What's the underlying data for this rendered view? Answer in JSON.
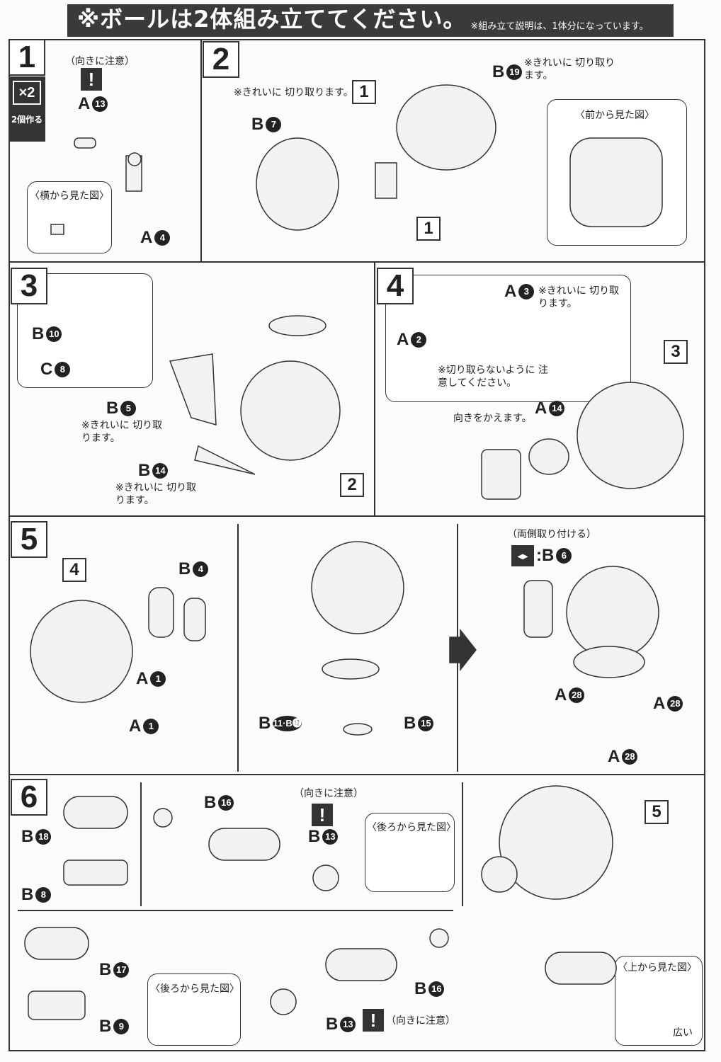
{
  "header": {
    "title": "※ボールは2体組み立ててください。",
    "subtitle": "※組み立て説明は、1体分になっています。"
  },
  "step1": {
    "number": "1",
    "multiplier": "×2",
    "make_note": "2個作る",
    "orientation": "（向きに注意）",
    "side_view": "〈横から見た図〉",
    "parts": [
      {
        "letter": "A",
        "num": "13"
      },
      {
        "letter": "A",
        "num": "4"
      }
    ]
  },
  "step2": {
    "number": "2",
    "note_b7": "※きれいに 切り取ります。",
    "note_b19": "※きれいに 切り取ります。",
    "front_view": "〈前から見た図〉",
    "ref1": "1",
    "ref2": "1",
    "parts": [
      {
        "letter": "B",
        "num": "7"
      },
      {
        "letter": "B",
        "num": "19"
      }
    ]
  },
  "step3": {
    "number": "3",
    "note_b5": "※きれいに 切り取ります。",
    "note_b14": "※きれいに 切り取ります。",
    "ref": "2",
    "parts": [
      {
        "letter": "B",
        "num": "10"
      },
      {
        "letter": "C",
        "num": "8"
      },
      {
        "letter": "B",
        "num": "5"
      },
      {
        "letter": "B",
        "num": "14"
      }
    ]
  },
  "step4": {
    "number": "4",
    "note_a3": "※きれいに 切り取ります。",
    "note_caution": "※切り取らないように 注意してください。",
    "turn": "向きをかえます。",
    "ref": "3",
    "parts": [
      {
        "letter": "A",
        "num": "3"
      },
      {
        "letter": "A",
        "num": "2"
      },
      {
        "letter": "A",
        "num": "14"
      }
    ]
  },
  "step5": {
    "number": "5",
    "ref": "4",
    "both_sides": "（両側取り付ける）",
    "b6": ":B",
    "parts": [
      {
        "letter": "B",
        "num": "4"
      },
      {
        "letter": "A",
        "num": "1"
      },
      {
        "letter": "A",
        "num": "1"
      },
      {
        "letter": "B",
        "num": "11·B⓬"
      },
      {
        "letter": "B",
        "num": "15"
      },
      {
        "letter": "B",
        "num": "6"
      },
      {
        "letter": "A",
        "num": "28"
      },
      {
        "letter": "A",
        "num": "28"
      },
      {
        "letter": "A",
        "num": "28"
      }
    ]
  },
  "step6": {
    "number": "6",
    "orientation1": "（向きに注意）",
    "rear_view1": "〈後ろから見た図〉",
    "rear_view2": "〈後ろから見た図〉",
    "orientation2": "（向きに注意）",
    "top_view": "〈上から見た図〉",
    "wide": "広い",
    "ref": "5",
    "warn": "!",
    "parts": [
      {
        "letter": "B",
        "num": "16"
      },
      {
        "letter": "B",
        "num": "13"
      },
      {
        "letter": "B",
        "num": "18"
      },
      {
        "letter": "B",
        "num": "8"
      },
      {
        "letter": "B",
        "num": "17"
      },
      {
        "letter": "B",
        "num": "9"
      },
      {
        "letter": "B",
        "num": "16"
      },
      {
        "letter": "B",
        "num": "13"
      }
    ]
  }
}
